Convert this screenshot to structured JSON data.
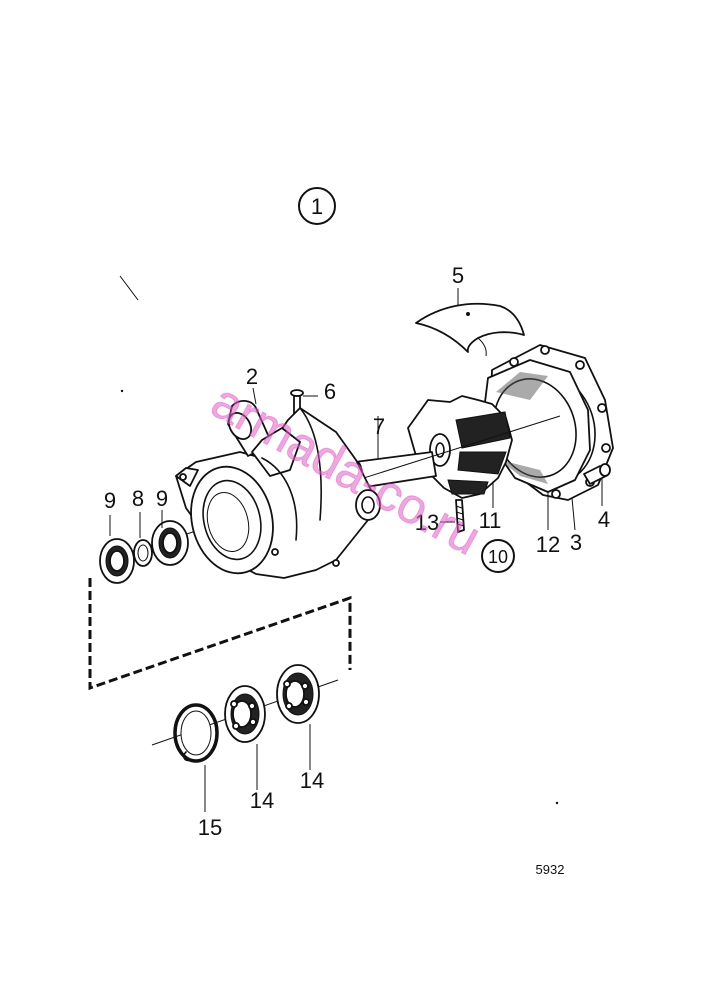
{
  "assembly_callout": "1",
  "sub_assembly_callout": "10",
  "drawing_number": "5932",
  "watermark_text": "armada-co.ru",
  "watermark_color": "#e060c8",
  "part_labels": {
    "p2": "2",
    "p3": "3",
    "p4": "4",
    "p5": "5",
    "p6": "6",
    "p7": "7",
    "p8": "8",
    "p9a": "9",
    "p9b": "9",
    "p11": "11",
    "p12": "12",
    "p13": "13",
    "p14a": "14",
    "p14b": "14",
    "p15": "15"
  }
}
